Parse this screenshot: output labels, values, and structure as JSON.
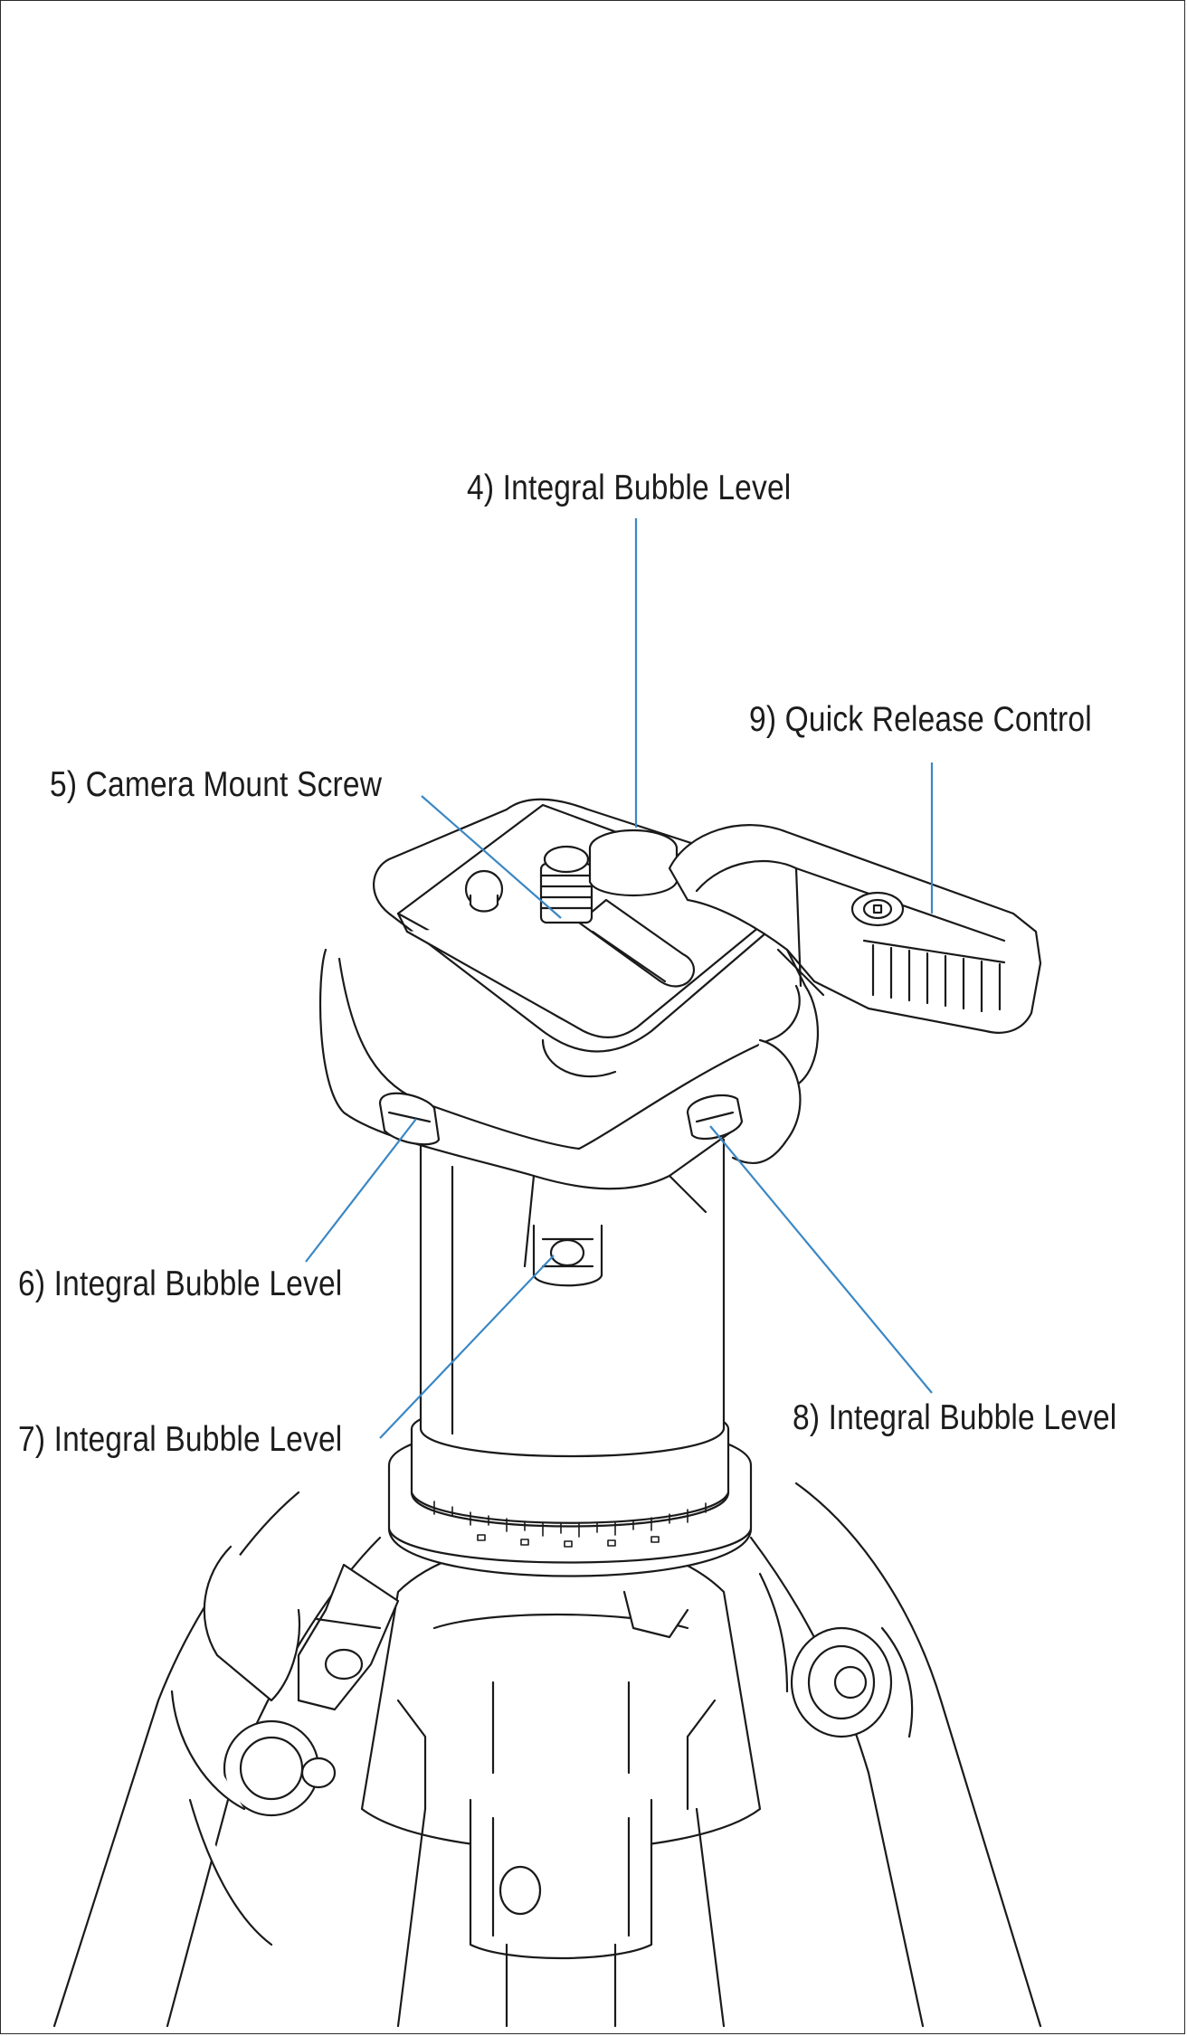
{
  "colors": {
    "leader_line": "#3a87c4",
    "drawing_stroke": "#1a1a1a",
    "frame_border": "#2b2b2b",
    "background": "#ffffff"
  },
  "callouts": {
    "c4": "4) Integral Bubble Level",
    "c5": "5) Camera Mount Screw",
    "c6": "6) Integral Bubble Level",
    "c7": "7) Integral Bubble Level",
    "c8": "8) Integral Bubble Level",
    "c9": "9) Quick Release Control"
  }
}
